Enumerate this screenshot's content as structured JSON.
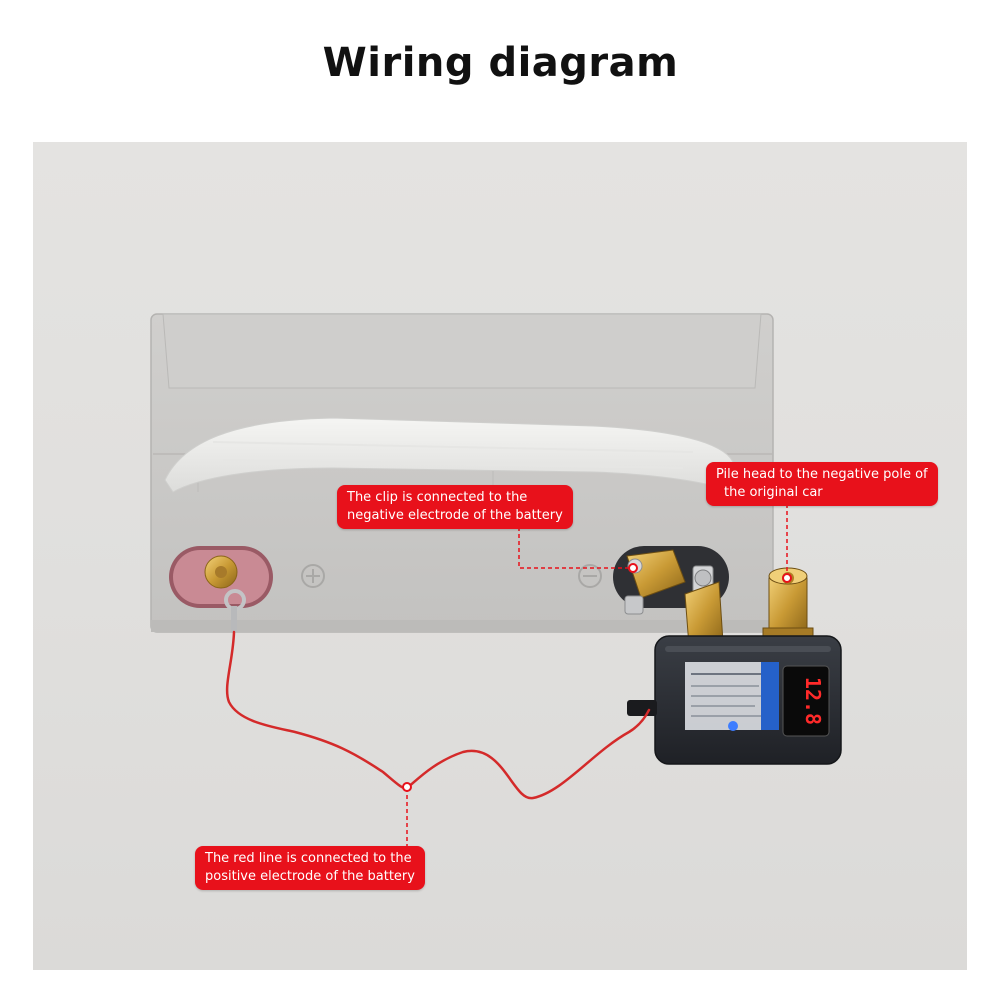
{
  "title": "Wiring diagram",
  "callouts": {
    "clip": {
      "line1": "The clip is connected to the",
      "line2": "negative electrode of the battery"
    },
    "pile": {
      "line1": "Pile head to the negative pole of",
      "line2": "the original car"
    },
    "red_line": {
      "line1": "The red line is connected to the",
      "line2": "positive electrode of the battery"
    }
  },
  "display_reading": "12.8",
  "colors": {
    "callout": "#e8111b",
    "wire": "#d42a2a",
    "battery": "#c9c8c6",
    "switch_body": "#2a2d33"
  }
}
